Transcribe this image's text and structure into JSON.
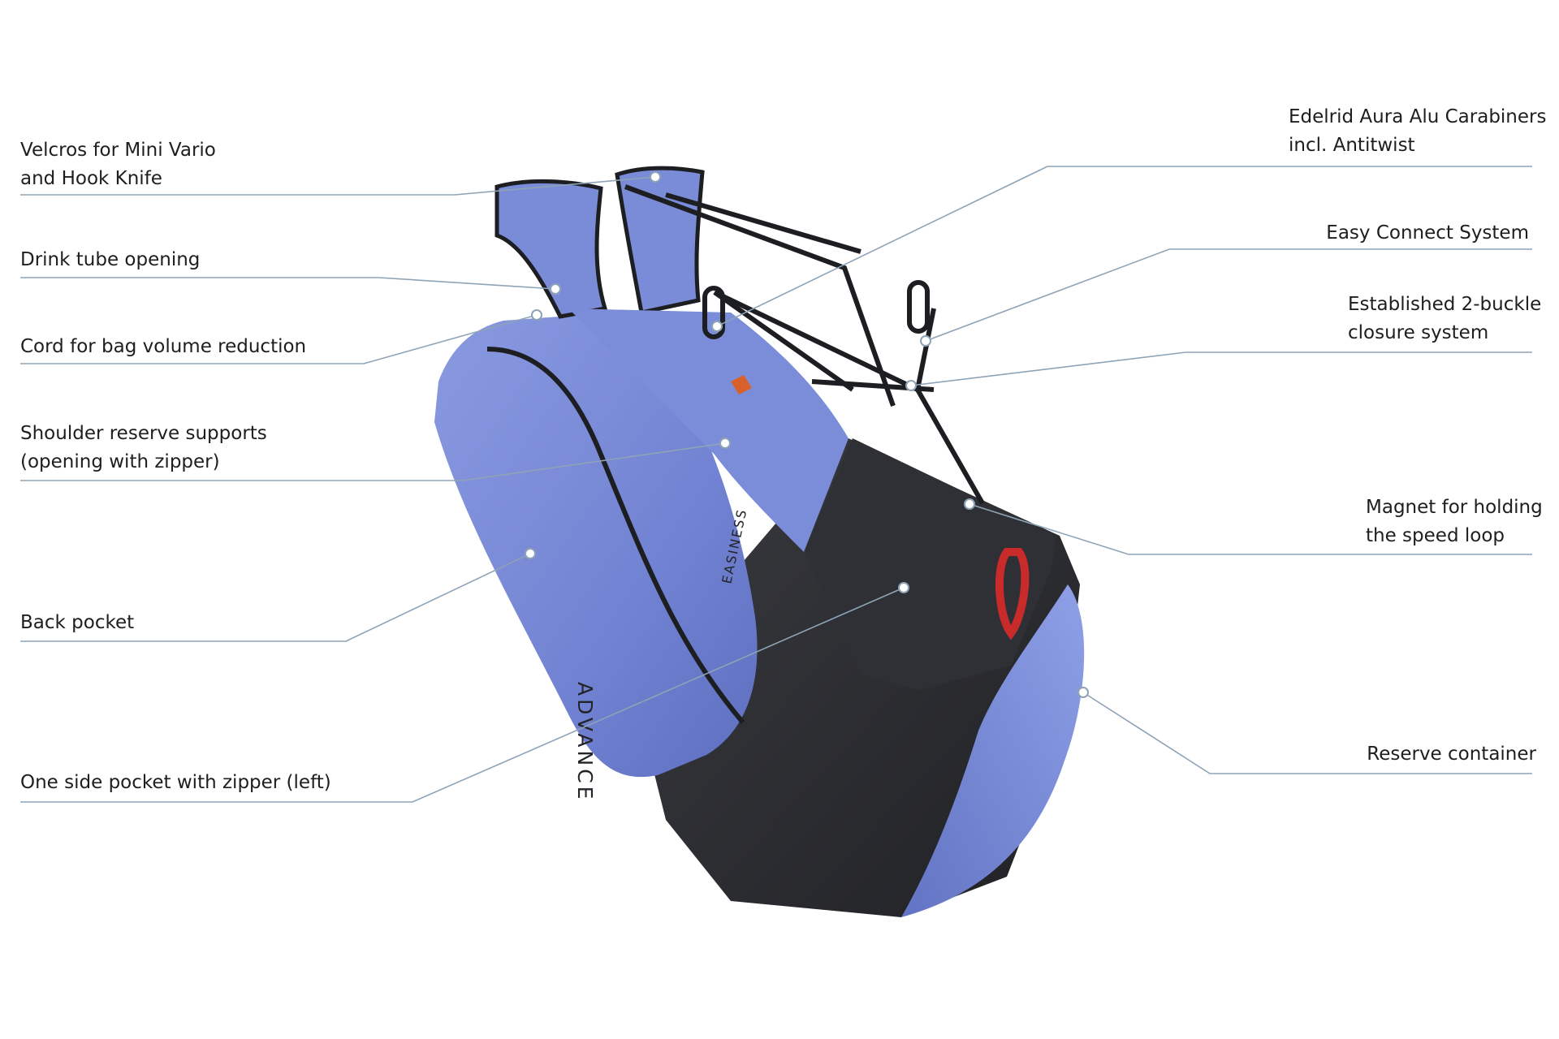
{
  "colors": {
    "harness_blue": "#7d8fd9",
    "harness_blue_dark": "#5f70bf",
    "harness_black": "#2b2c30",
    "webbing": "#1d1e22",
    "speed_loop_red": "#c92a2a",
    "leader_line": "#8ea3b5"
  },
  "harness": {
    "back_logo": "ADVANCE",
    "model_logo": "EASINESS"
  },
  "callouts": {
    "velcros": {
      "lines": [
        "Velcros for Mini Vario",
        "and Hook Knife"
      ]
    },
    "drink_tube": {
      "lines": [
        "Drink tube opening"
      ]
    },
    "cord": {
      "lines": [
        "Cord for bag volume reduction"
      ]
    },
    "shoulder_reserve": {
      "lines": [
        "Shoulder reserve supports",
        "(opening with zipper)"
      ]
    },
    "back_pocket": {
      "lines": [
        "Back pocket"
      ]
    },
    "side_pocket": {
      "lines": [
        "One side pocket with zipper (left)"
      ]
    },
    "carabiners": {
      "lines": [
        "Edelrid Aura Alu Carabiners",
        "incl. Antitwist"
      ]
    },
    "easy_connect": {
      "lines": [
        "Easy Connect System"
      ]
    },
    "buckle": {
      "lines": [
        "Established 2-buckle",
        "closure system"
      ]
    },
    "magnet": {
      "lines": [
        "Magnet for holding",
        "the speed loop"
      ]
    },
    "reserve_container": {
      "lines": [
        "Reserve container"
      ]
    }
  }
}
